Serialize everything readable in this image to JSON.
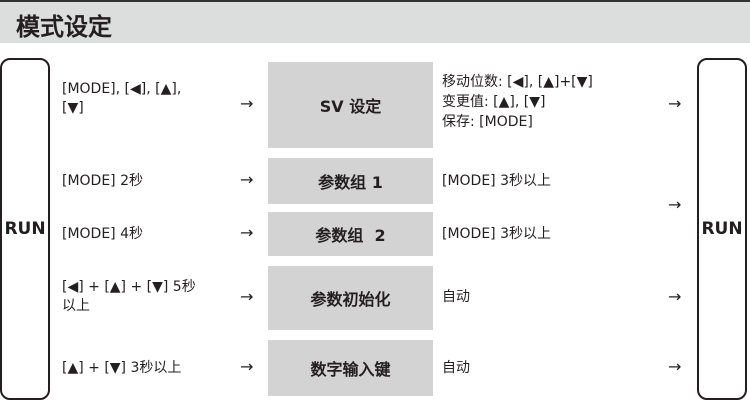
{
  "title": "模式设定",
  "run_label": "RUN",
  "arrow": "→",
  "rows": [
    {
      "input": "[MODE], [◀], [▲],\n[▼]",
      "mode": "SV 设定",
      "output": "移动位数: [◀], [▲]+[▼]\n变更值: [▲], [▼]\n保存: [MODE]"
    },
    {
      "input": "[MODE] 2秒",
      "mode": "参数组 1",
      "output": "[MODE] 3秒以上"
    },
    {
      "input": "[MODE] 4秒",
      "mode": "参数组  2",
      "output": "[MODE] 3秒以上"
    },
    {
      "input": "[◀] + [▲] + [▼] 5秒\n以上",
      "mode": "参数初始化",
      "output": "自动"
    },
    {
      "input": "[▲] + [▼] 3秒以上",
      "mode": "数字输入键",
      "output": "自动"
    }
  ]
}
